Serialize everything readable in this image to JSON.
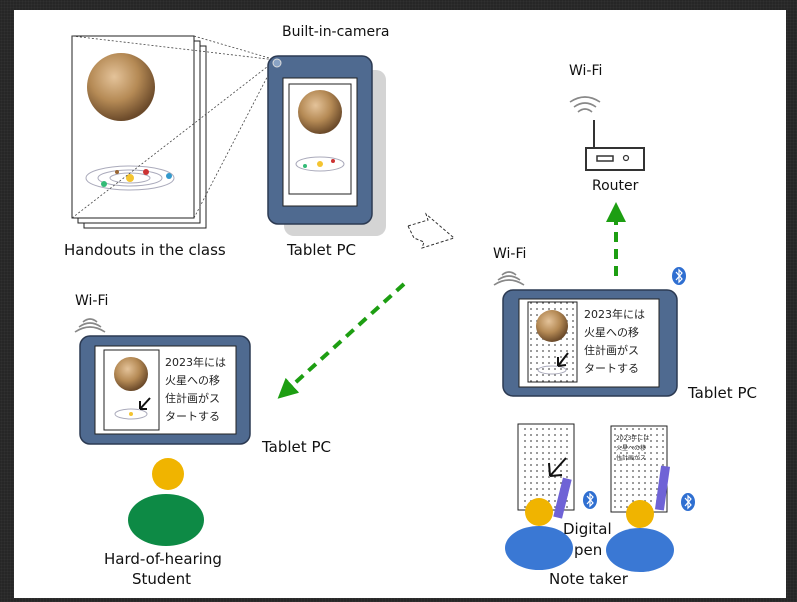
{
  "labels": {
    "camera": "Built-in-camera",
    "handouts": "Handouts in the class",
    "tablet_top": "Tablet PC",
    "wifi_router": "Wi-Fi",
    "router": "Router",
    "wifi_right": "Wi-Fi",
    "tablet_right": "Tablet PC",
    "wifi_left": "Wi-Fi",
    "tablet_left": "Tablet PC",
    "student_line1": "Hard-of-hearing",
    "student_line2": "Student",
    "pen_line1": "Digital",
    "pen_line2": "pen",
    "note_taker": "Note taker"
  },
  "screen_text": {
    "line1": "2023年には",
    "line2": "火星への移",
    "line3": "住計画がス",
    "line4": "タートする"
  },
  "icons": [
    "camera-icon",
    "wifi-icon",
    "router-icon",
    "bluetooth-icon",
    "person-icon",
    "dashed-arrow"
  ],
  "colors": {
    "tablet_frame": "#4f6a90",
    "arrow_green": "#1d9e12",
    "head_yellow": "#f0b400",
    "body_green": "#0d8a45",
    "body_blue": "#3a78d4",
    "pen_purple": "#6f63d6",
    "bluetooth_blue": "#2f6fd1",
    "mars": "#b58a55"
  }
}
